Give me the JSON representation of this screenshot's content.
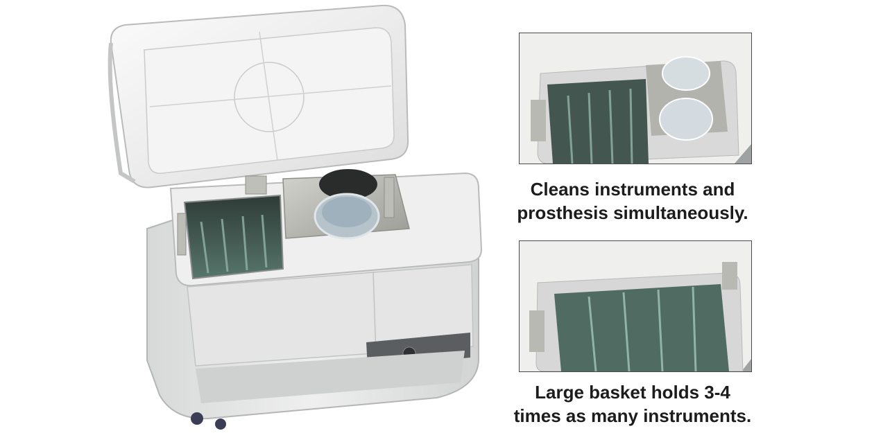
{
  "captions": {
    "top": {
      "line1": "Cleans instruments and",
      "line2": "prosthesis simultaneously."
    },
    "bottom": {
      "line1": "Large basket holds 3-4",
      "line2": "times as many instruments."
    }
  },
  "colors": {
    "text": "#1c1c1c",
    "inset_border": "#4a4a4a",
    "device_body": "#e8e9e8",
    "tray_steel": "#b9b9b3",
    "basket_green": "#3f5a52"
  }
}
